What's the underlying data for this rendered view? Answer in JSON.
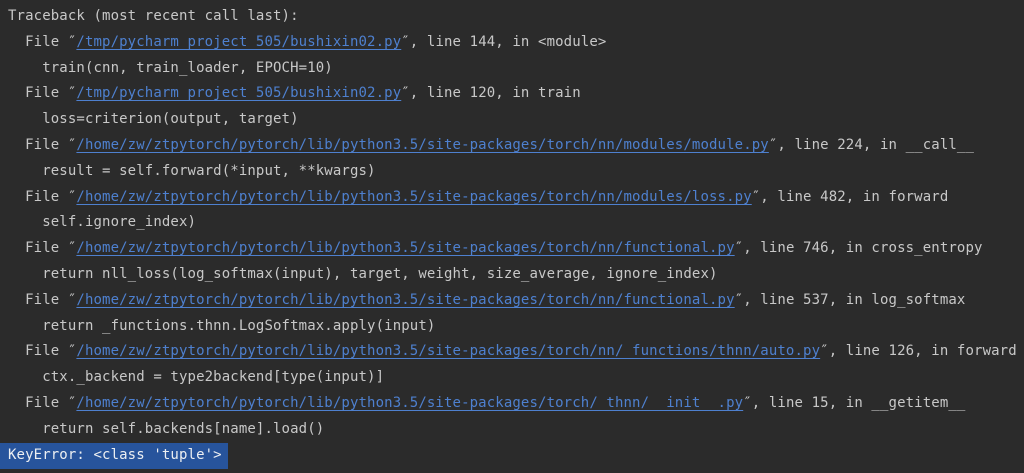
{
  "console": {
    "header": "Traceback (most recent call last):",
    "frames": [
      {
        "prefix": "  File ″",
        "file": "/tmp/pycharm_project_505/bushixin02.py",
        "suffix": "″, line 144, in <module>",
        "code": "    train(cnn, train_loader, EPOCH=10)"
      },
      {
        "prefix": "  File ″",
        "file": "/tmp/pycharm_project_505/bushixin02.py",
        "suffix": "″, line 120, in train",
        "code": "    loss=criterion(output, target)"
      },
      {
        "prefix": "  File ″",
        "file": "/home/zw/ztpytorch/pytorch/lib/python3.5/site-packages/torch/nn/modules/module.py",
        "suffix": "″, line 224, in __call__",
        "code": "    result = self.forward(*input, **kwargs)"
      },
      {
        "prefix": "  File ″",
        "file": "/home/zw/ztpytorch/pytorch/lib/python3.5/site-packages/torch/nn/modules/loss.py",
        "suffix": "″, line 482, in forward",
        "code": "    self.ignore_index)"
      },
      {
        "prefix": "  File ″",
        "file": "/home/zw/ztpytorch/pytorch/lib/python3.5/site-packages/torch/nn/functional.py",
        "suffix": "″, line 746, in cross_entropy",
        "code": "    return nll_loss(log_softmax(input), target, weight, size_average, ignore_index)"
      },
      {
        "prefix": "  File ″",
        "file": "/home/zw/ztpytorch/pytorch/lib/python3.5/site-packages/torch/nn/functional.py",
        "suffix": "″, line 537, in log_softmax",
        "code": "    return _functions.thnn.LogSoftmax.apply(input)"
      },
      {
        "prefix": "  File ″",
        "file": "/home/zw/ztpytorch/pytorch/lib/python3.5/site-packages/torch/nn/_functions/thnn/auto.py",
        "suffix": "″, line 126, in forward",
        "code": "    ctx._backend = type2backend[type(input)]"
      },
      {
        "prefix": "  File ″",
        "file": "/home/zw/ztpytorch/pytorch/lib/python3.5/site-packages/torch/_thnn/__init__.py",
        "suffix": "″, line 15, in __getitem__",
        "code": "    return self.backends[name].load()"
      }
    ],
    "error": "KeyError: <class 'tuple'>"
  },
  "colors": {
    "background": "#2b2b2b",
    "text": "#c8c8c8",
    "link": "#4e80cf",
    "selection_background": "#27549c",
    "selection_text": "#eceff2"
  }
}
